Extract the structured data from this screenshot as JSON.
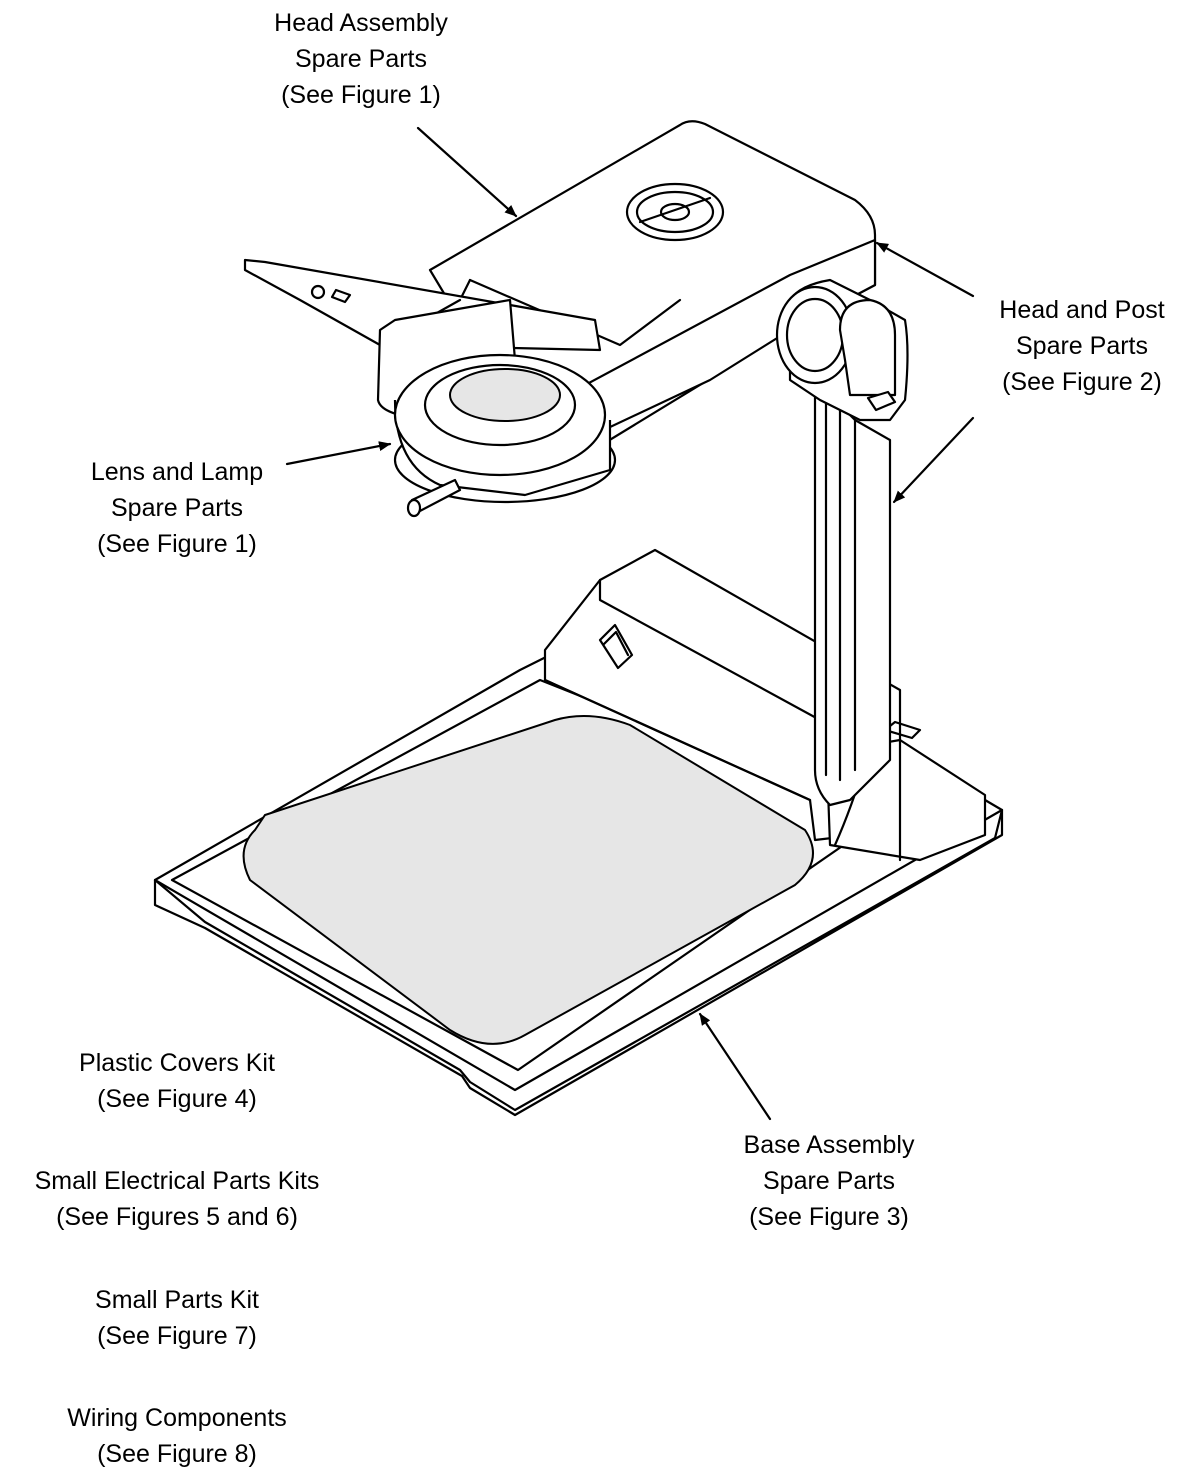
{
  "labels": {
    "head_assembly": {
      "l1": "Head Assembly",
      "l2": "Spare Parts",
      "l3": "(See Figure 1)"
    },
    "head_post": {
      "l1": "Head and Post",
      "l2": "Spare Parts",
      "l3": "(See Figure 2)"
    },
    "lens_lamp": {
      "l1": "Lens and Lamp",
      "l2": "Spare Parts",
      "l3": "(See Figure 1)"
    },
    "base_assembly": {
      "l1": "Base Assembly",
      "l2": "Spare Parts",
      "l3": "(See Figure 3)"
    },
    "plastic_covers": {
      "l1": "Plastic Covers Kit",
      "l2": "(See Figure 4)"
    },
    "small_electrical": {
      "l1": "Small Electrical Parts Kits",
      "l2": "(See Figures 5 and 6)"
    },
    "small_parts": {
      "l1": "Small Parts Kit",
      "l2": "(See Figure 7)"
    },
    "wiring": {
      "l1": "Wiring Components",
      "l2": "(See Figure 8)"
    }
  },
  "colors": {
    "line": "#000000",
    "glass": "#e6e6e6",
    "background": "#ffffff"
  },
  "icons": {
    "arrowhead": "filled-triangle-arrowhead"
  }
}
